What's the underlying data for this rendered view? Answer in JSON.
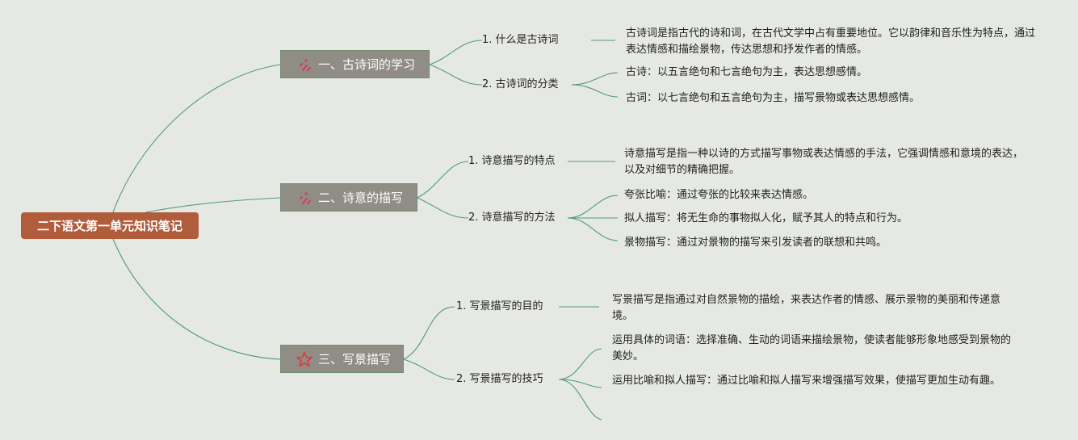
{
  "root": {
    "label": "二下语文第一单元知识笔记"
  },
  "branches": [
    {
      "label": "一、古诗词的学习",
      "icon": "sparkle-icon",
      "subs": [
        {
          "label": "1. 什么是古诗词",
          "leaves": [
            "古诗词是指古代的诗和词，在古代文学中占有重要地位。它以韵律和音乐性为特点，通过表达情感和描绘景物，传达思想和抒发作者的情感。"
          ]
        },
        {
          "label": "2. 古诗词的分类",
          "leaves": [
            "古诗：以五言绝句和七言绝句为主，表达思想感情。",
            "古词：以七言绝句和五言绝句为主，描写景物或表达思想感情。"
          ]
        }
      ]
    },
    {
      "label": "二、诗意的描写",
      "icon": "sparkle-icon",
      "subs": [
        {
          "label": "1. 诗意描写的特点",
          "leaves": [
            "诗意描写是指一种以诗的方式描写事物或表达情感的手法，它强调情感和意境的表达，以及对细节的精确把握。"
          ]
        },
        {
          "label": "2. 诗意描写的方法",
          "leaves": [
            "夸张比喻：通过夸张的比较来表达情感。",
            "拟人描写：将无生命的事物拟人化，赋予其人的特点和行为。",
            "景物描写：通过对景物的描写来引发读者的联想和共鸣。"
          ]
        }
      ]
    },
    {
      "label": "三、写景描写",
      "icon": "star-icon",
      "subs": [
        {
          "label": "1. 写景描写的目的",
          "leaves": [
            "写景描写是指通过对自然景物的描绘，来表达作者的情感、展示景物的美丽和传递意境。"
          ]
        },
        {
          "label": "2. 写景描写的技巧",
          "leaves": [
            "运用具体的词语：选择准确、生动的词语来描绘景物，使读者能够形象地感受到景物的美妙。",
            "运用比喻和拟人描写：通过比喻和拟人描写来增强描写效果，使描写更加生动有趣。"
          ]
        }
      ]
    }
  ],
  "colors": {
    "root": "#b15c3a",
    "branch": "#8f8d85",
    "line": "#4f9a82",
    "icon_sparkle": "#d83a5e",
    "icon_star": "#e0393e"
  }
}
